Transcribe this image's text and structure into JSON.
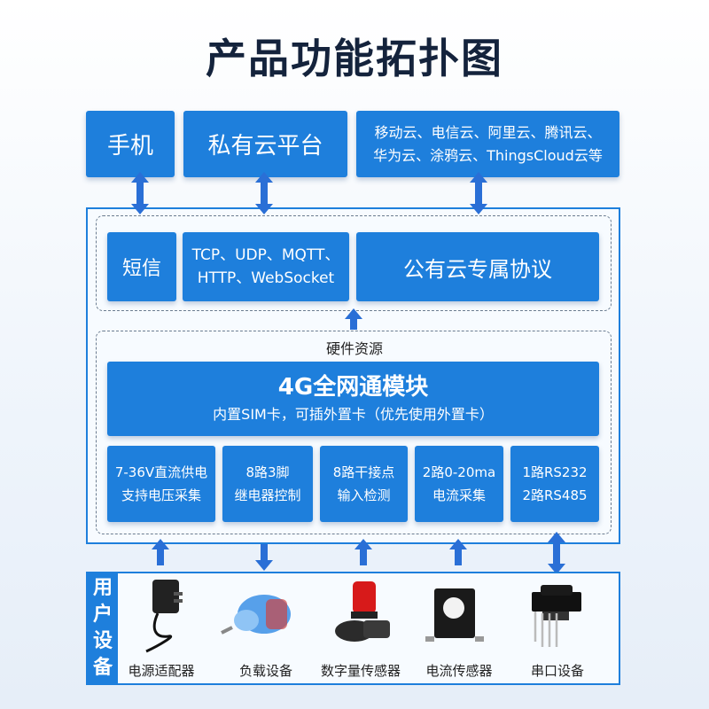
{
  "title": "产品功能拓扑图",
  "top": {
    "phone": "手机",
    "private_cloud": "私有云平台",
    "public_clouds_line1": "移动云、电信云、阿里云、腾讯云、",
    "public_clouds_line2": "华为云、涂鸦云、ThingsCloud云等"
  },
  "protocols": {
    "sms": "短信",
    "tcp_line1": "TCP、UDP、MQTT、",
    "tcp_line2": "HTTP、WebSocket",
    "public_protocol": "公有云专属协议"
  },
  "hardware": {
    "label": "硬件资源",
    "module_title": "4G全网通模块",
    "module_sub": "内置SIM卡，可插外置卡（优先使用外置卡）",
    "features": [
      {
        "line1": "7-36V直流供电",
        "line2": "支持电压采集"
      },
      {
        "line1": "8路3脚",
        "line2": "继电器控制"
      },
      {
        "line1": "8路干接点",
        "line2": "输入检测"
      },
      {
        "line1": "2路0-20ma",
        "line2": "电流采集"
      },
      {
        "line1": "1路RS232",
        "line2": "2路RS485"
      }
    ]
  },
  "user_devices": {
    "tag": [
      "用",
      "户",
      "设",
      "备"
    ],
    "items": [
      {
        "label": "电源适配器",
        "icon": "power-adapter-icon"
      },
      {
        "label": "负载设备",
        "icon": "motor-icon"
      },
      {
        "label": "数字量传感器",
        "icon": "alarm-light-icon"
      },
      {
        "label": "电流传感器",
        "icon": "current-sensor-icon"
      },
      {
        "label": "串口设备",
        "icon": "serial-device-icon"
      }
    ]
  },
  "colors": {
    "accent": "#1e7fdc",
    "arrow": "#2a6fd6",
    "title": "#14233c"
  }
}
